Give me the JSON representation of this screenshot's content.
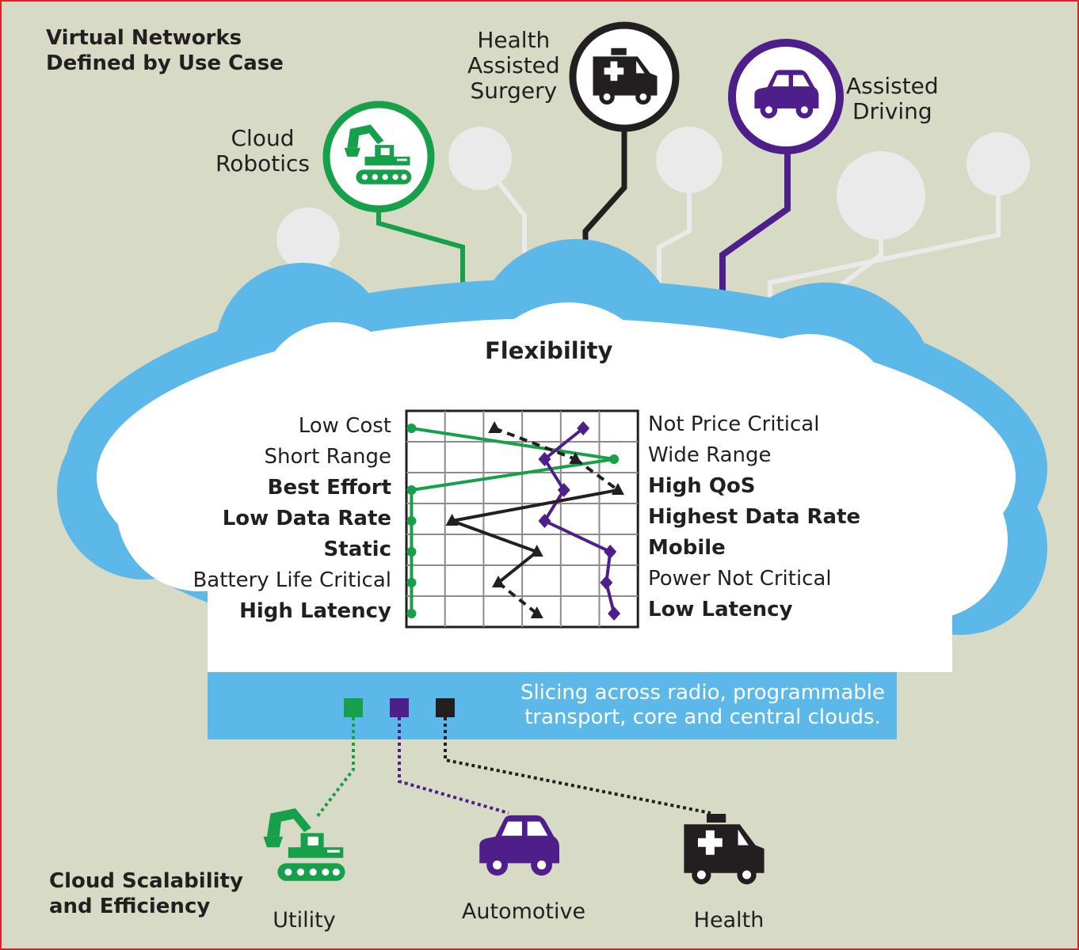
{
  "titles": {
    "top_line1": "Virtual Networks",
    "top_line2": "Defined by Use Case",
    "bottom_line1": "Cloud Scalability",
    "bottom_line2": "and Efficiency"
  },
  "use_cases": {
    "cloud_robotics": [
      "Cloud",
      "Robotics"
    ],
    "health_surgery": [
      "Health",
      "Assisted",
      "Surgery"
    ],
    "assisted_driving": [
      "Assisted",
      "Driving"
    ]
  },
  "flexibility": {
    "title": "Flexibility",
    "left_labels": [
      "Low Cost",
      "Short Range",
      "Best Effort",
      "Low Data Rate",
      "Static",
      "Battery Life Critical",
      "High Latency"
    ],
    "right_labels": [
      "Not Price Critical",
      "Wide Range",
      "High QoS",
      "Highest Data Rate",
      "Mobile",
      "Power Not Critical",
      "Low Latency"
    ],
    "bold_rows": [
      false,
      false,
      true,
      true,
      true,
      false,
      true
    ],
    "series": [
      {
        "color": "#16a04a",
        "marker": "circle",
        "values": [
          0.05,
          5.3,
          0.05,
          0.05,
          0.05,
          0.05,
          0.05
        ]
      },
      {
        "color": "#4e1f8a",
        "marker": "diamond",
        "values": [
          4.5,
          3.5,
          4.0,
          3.5,
          5.2,
          5.1,
          5.3
        ]
      },
      {
        "color": "#231f20",
        "marker": "triangle",
        "values": [
          2.2,
          4.3,
          5.4,
          1.1,
          3.3,
          2.3,
          3.3
        ],
        "dashed_segments": [
          0,
          1,
          5
        ]
      }
    ]
  },
  "slice_note": "Slicing across radio, programmable transport, core and central clouds.",
  "colors": {
    "background": "#d7dac4",
    "cloud_blue": "#5cb8e8",
    "green": "#16a04a",
    "purple": "#4e1f8a",
    "black": "#231f20",
    "node_gray": "#eaeaea"
  },
  "icons": {
    "robotics": "excavator-icon",
    "health": "ambulance-icon",
    "driving": "car-icon"
  },
  "bottom_labels": {
    "utility": "Utility",
    "automotive": "Automotive",
    "health": "Health"
  }
}
